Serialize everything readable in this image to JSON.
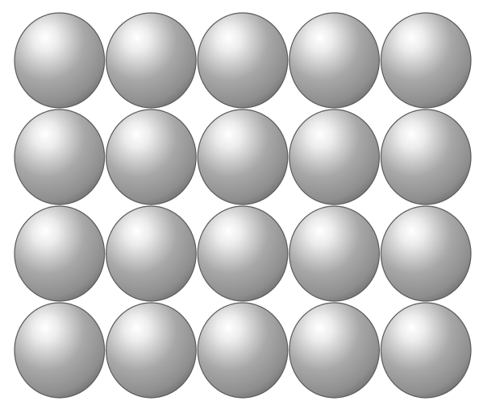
{
  "figure": {
    "type": "sphere-lattice",
    "arrangement": "square-packing",
    "rows": 4,
    "columns": 5,
    "sphere_color": "#a8a8a8",
    "highlight_color": "#ffffff",
    "shadow_color": "#6e6e6e",
    "outline_color": "#5a5a5a",
    "background_color": "#ffffff"
  }
}
